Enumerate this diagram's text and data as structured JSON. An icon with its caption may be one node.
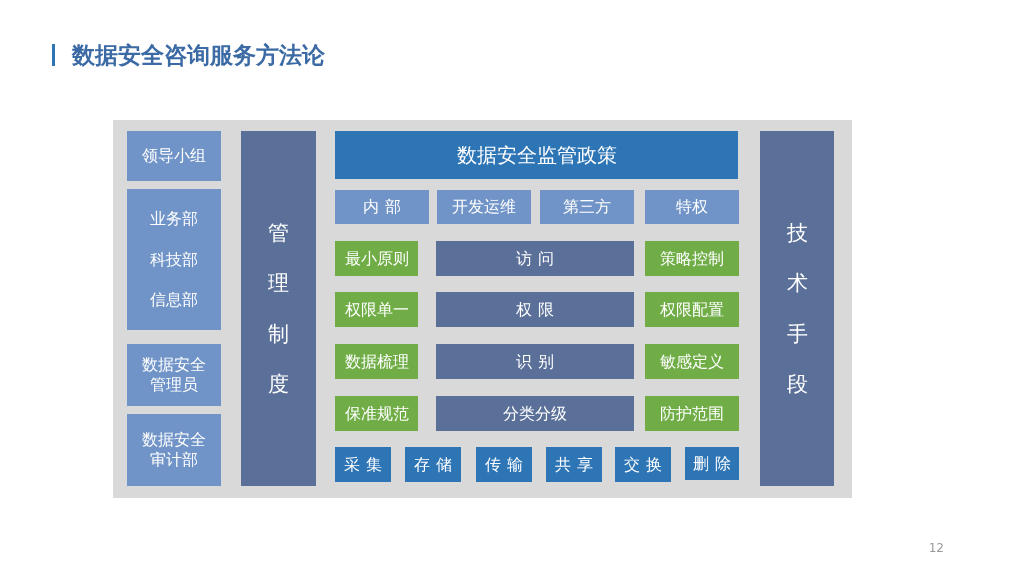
{
  "diagram": {
    "title": "数据安全咨询服务方法论",
    "nodes": [
      {
        "text": [],
        "shape": "box"
      },
      {
        "text": [
          "领导小组"
        ],
        "in": 0
      },
      {
        "text": [
          "业务部",
          "科技部",
          "信息部"
        ],
        "in": 0
      },
      {
        "text": [
          "数据安全管理员"
        ],
        "in": 0
      },
      {
        "text": [
          "数据安全审计部"
        ],
        "in": 0
      },
      {
        "text": [
          "管理制度"
        ],
        "in": 0
      },
      {
        "text": [
          "数据安全监管政策"
        ],
        "in": 0
      },
      {
        "text": [
          "内 部"
        ],
        "in": 0
      },
      {
        "text": [
          "开发运维"
        ],
        "in": 0
      },
      {
        "text": [
          "第三方"
        ],
        "in": 0
      },
      {
        "text": [
          "特权"
        ],
        "in": 0
      },
      {
        "text": [
          "最小原则"
        ],
        "in": 0
      },
      {
        "text": [
          "访 问"
        ],
        "in": 0
      },
      {
        "text": [
          "策略控制"
        ],
        "in": 0
      },
      {
        "text": [
          "权限单一"
        ],
        "in": 0
      },
      {
        "text": [
          "权 限"
        ],
        "in": 0
      },
      {
        "text": [
          "权限配置"
        ],
        "in": 0
      },
      {
        "text": [
          "数据梳理"
        ],
        "in": 0
      },
      {
        "text": [
          "识 别"
        ],
        "in": 0
      },
      {
        "text": [
          "敏感定义"
        ],
        "in": 0
      },
      {
        "text": [
          "保准规范"
        ],
        "in": 0
      },
      {
        "text": [
          "分类分级"
        ],
        "in": 0
      },
      {
        "text": [
          "防护范围"
        ],
        "in": 0
      },
      {
        "text": [
          "采 集"
        ],
        "in": 0
      },
      {
        "text": [
          "存 储"
        ],
        "in": 0
      },
      {
        "text": [
          "传 输"
        ],
        "in": 0
      },
      {
        "text": [
          "共 享"
        ],
        "in": 0
      },
      {
        "text": [
          "交 换"
        ],
        "in": 0
      },
      {
        "text": [
          "删 除"
        ],
        "in": 0
      },
      {
        "text": [
          "技术手段"
        ],
        "in": 0
      }
    ],
    "edges": [],
    "labels": [
      "12"
    ]
  }
}
